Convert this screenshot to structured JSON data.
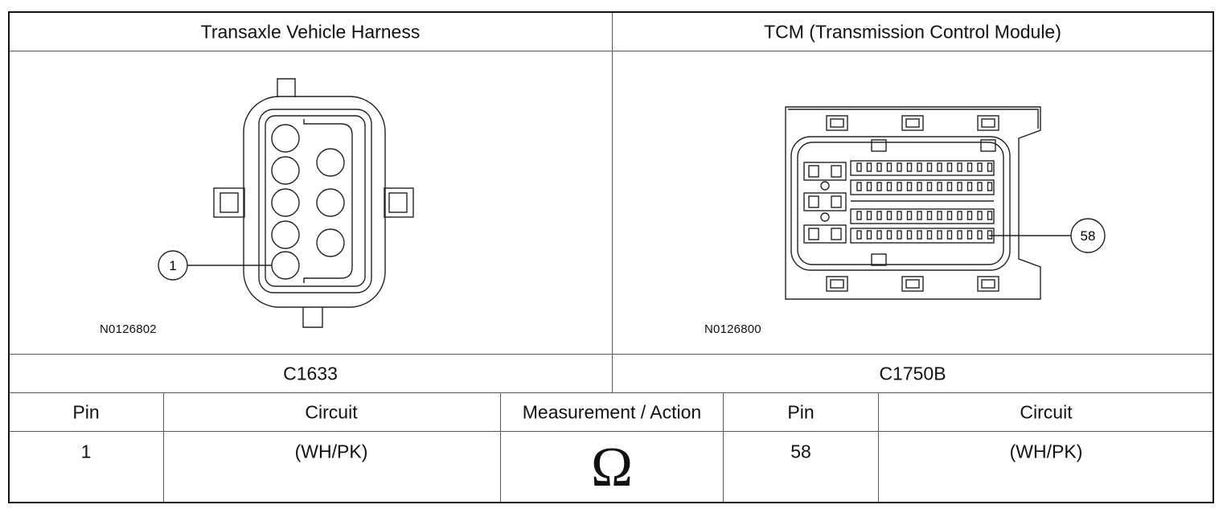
{
  "header": {
    "left_title": "Transaxle Vehicle Harness",
    "right_title": "TCM (Transmission Control Module)"
  },
  "figures": {
    "left": {
      "figure_id": "N0126802",
      "callout": "1"
    },
    "right": {
      "figure_id": "N0126800",
      "callout": "58"
    }
  },
  "connectors": {
    "left": "C1633",
    "right": "C1750B"
  },
  "table": {
    "headers": {
      "pin_left": "Pin",
      "circuit_left": "Circuit",
      "measurement": "Measurement / Action",
      "pin_right": "Pin",
      "circuit_right": "Circuit"
    },
    "row": {
      "pin_left": "1",
      "circuit_left": "(WH/PK)",
      "measurement_symbol": "Ω",
      "pin_right": "58",
      "circuit_right": "(WH/PK)"
    }
  },
  "icons": {
    "measurement": "ohm-symbol-icon"
  }
}
